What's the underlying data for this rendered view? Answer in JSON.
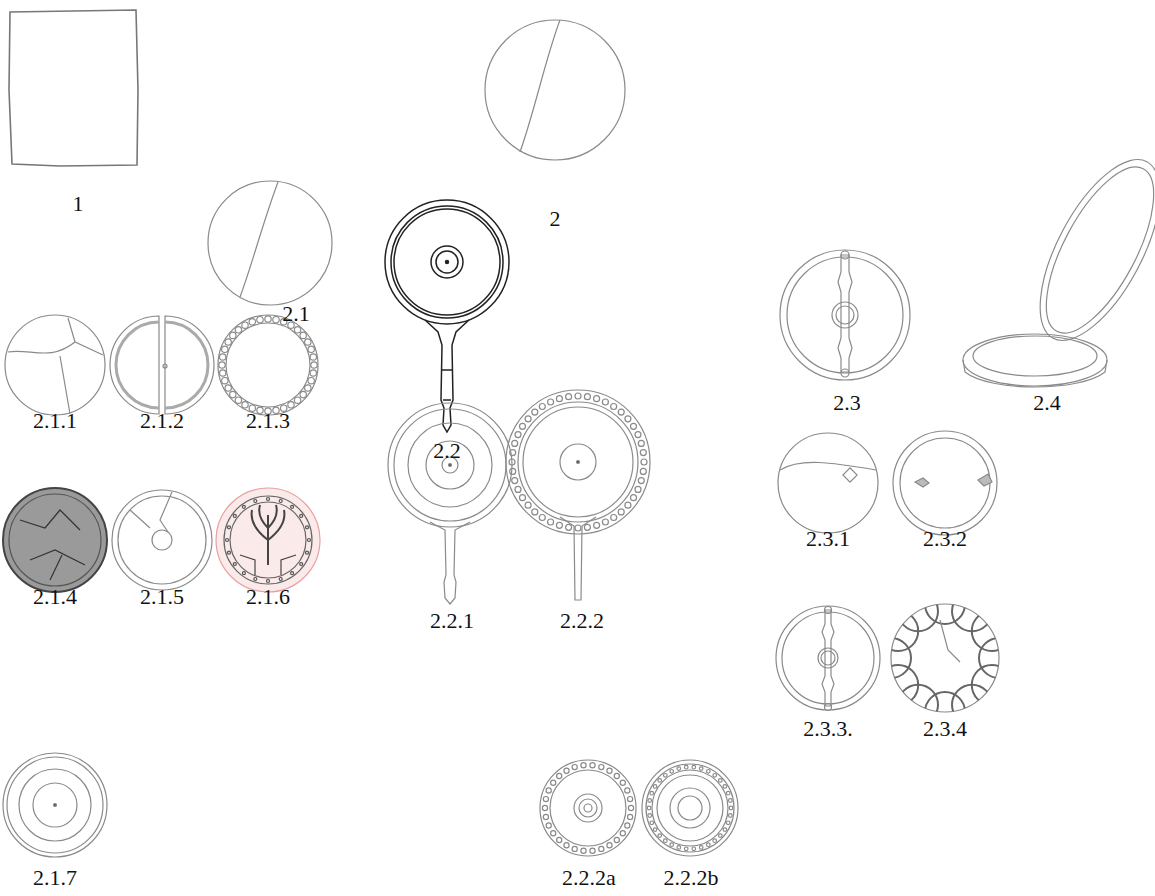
{
  "diagram": {
    "labels": [
      "1",
      "2",
      "2.1",
      "2.2",
      "2.3",
      "2.4",
      "2.1.1",
      "2.1.2",
      "2.1.3",
      "2.3.1",
      "2.3.2",
      "2.1.4",
      "2.1.5",
      "2.1.6",
      "2.2.1",
      "2.2.2",
      "2.3.3.",
      "2.3.4",
      "2.1.7",
      "2.2.2a",
      "2.2.2b"
    ]
  }
}
